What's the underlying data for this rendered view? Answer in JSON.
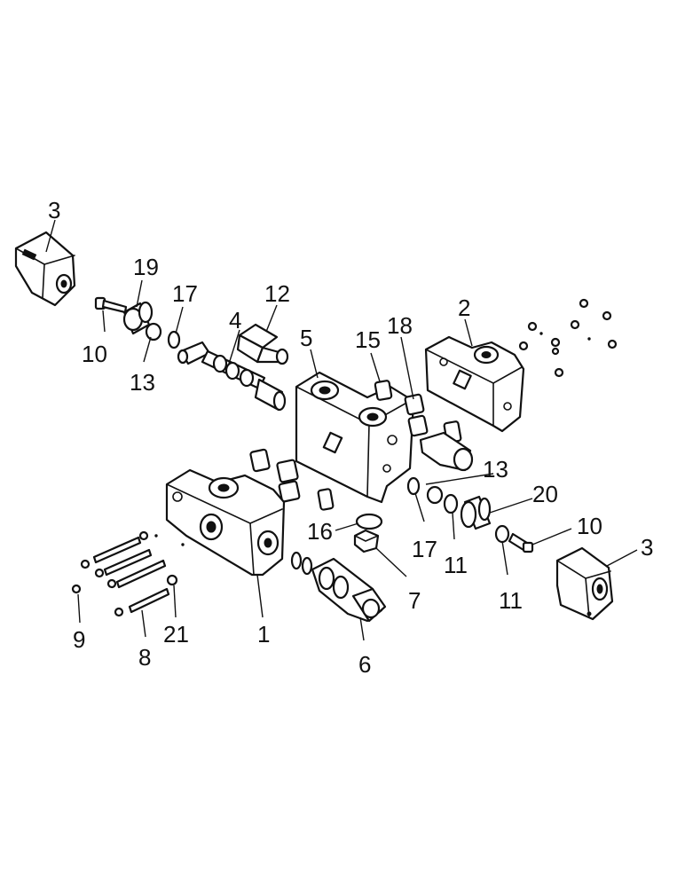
{
  "callouts": {
    "c1": "1",
    "c2": "2",
    "c3a": "3",
    "c3b": "3",
    "c4": "4",
    "c5": "5",
    "c6": "6",
    "c7": "7",
    "c8": "8",
    "c9": "9",
    "c10a": "10",
    "c10b": "10",
    "c11a": "11",
    "c11b": "11",
    "c12": "12",
    "c13a": "13",
    "c13b": "13",
    "c15": "15",
    "c16": "16",
    "c17a": "17",
    "c17b": "17",
    "c18": "18",
    "c19": "19",
    "c20": "20",
    "c21": "21"
  }
}
